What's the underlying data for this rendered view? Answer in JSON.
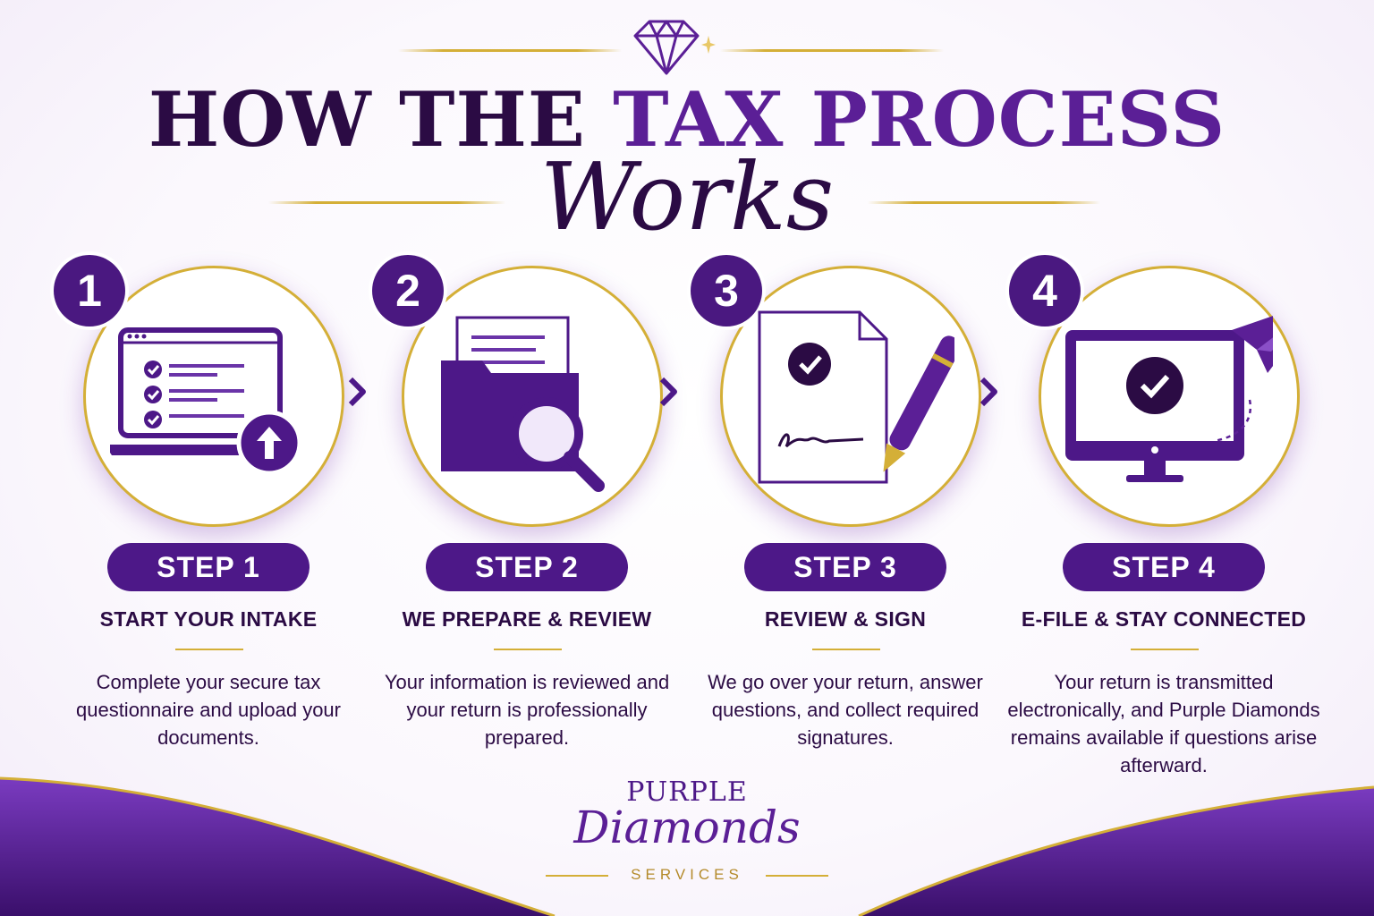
{
  "header": {
    "title_part1": "HOW THE ",
    "title_part2": "TAX PROCESS",
    "script_word": "Works"
  },
  "steps": [
    {
      "number": "1",
      "label": "STEP 1",
      "heading": "START YOUR INTAKE",
      "description": "Complete your secure tax questionnaire and upload your documents.",
      "icon": "laptop-checklist-upload-icon"
    },
    {
      "number": "2",
      "label": "STEP 2",
      "heading": "WE PREPARE & REVIEW",
      "description": "Your information is reviewed and your return is professionally prepared.",
      "icon": "folder-magnifier-icon"
    },
    {
      "number": "3",
      "label": "STEP 3",
      "heading": "REVIEW & SIGN",
      "description": "We go over your return, answer questions, and collect required signatures.",
      "icon": "document-signature-pen-icon"
    },
    {
      "number": "4",
      "label": "STEP 4",
      "heading": "E-FILE & STAY CONNECTED",
      "description": "Your return is transmitted electronically, and Purple Diamonds remains available if questions arise afterward.",
      "icon": "monitor-check-paper-plane-icon"
    }
  ],
  "logo": {
    "line1": "PURPLE",
    "line2": "Diamonds",
    "line3": "SERVICES"
  },
  "colors": {
    "primary": "#4d1888",
    "accent": "#5b1f96",
    "dark": "#2b0b44",
    "gold": "#d4af37"
  }
}
